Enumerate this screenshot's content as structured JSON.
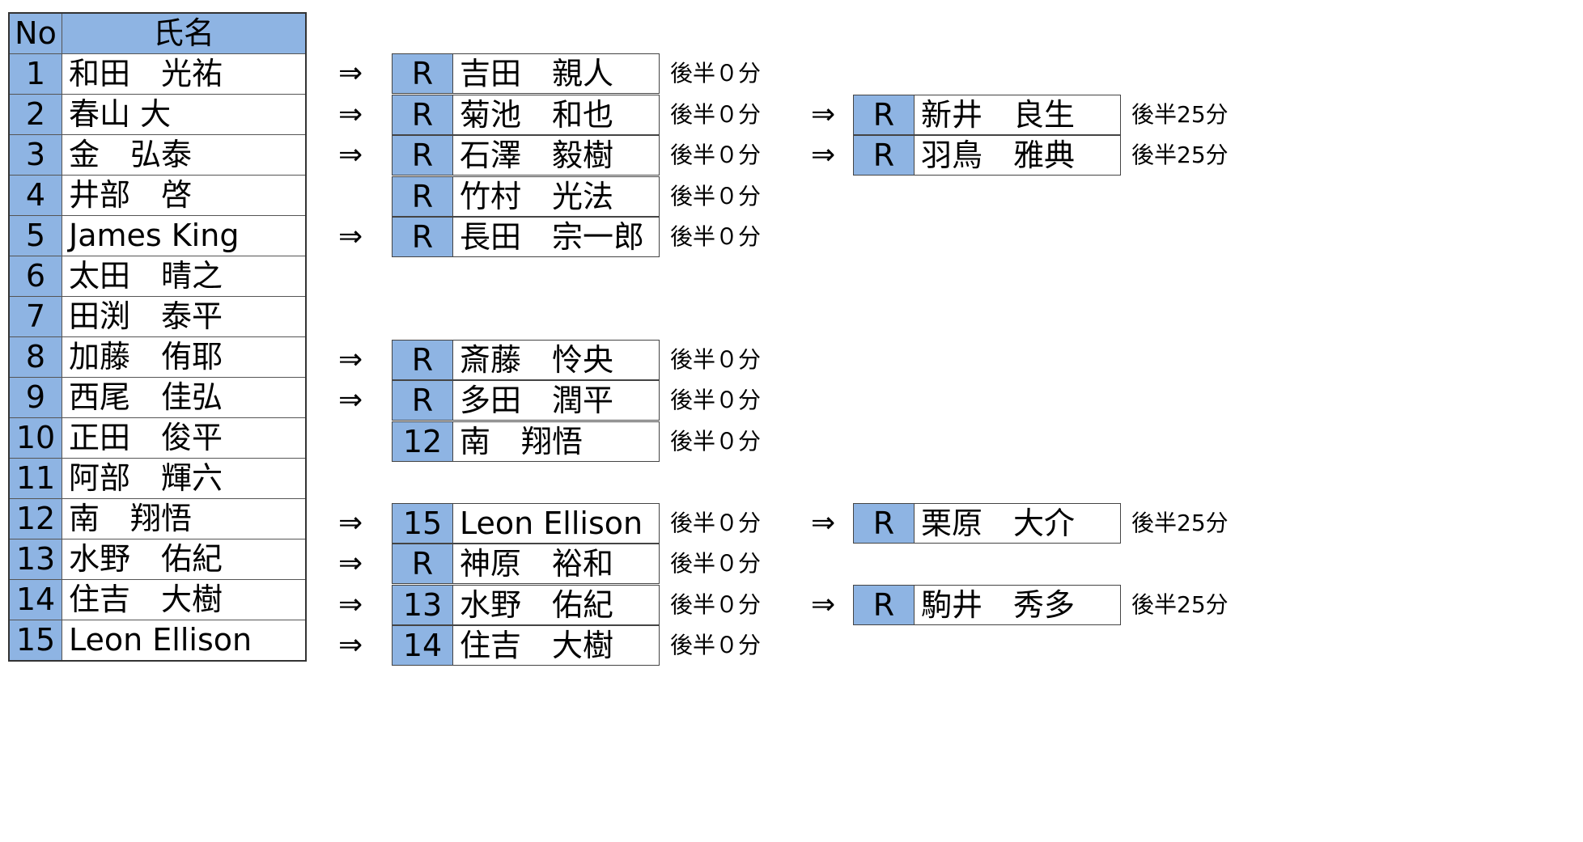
{
  "roster": {
    "headers": {
      "no": "No",
      "name": "氏名"
    },
    "rows": [
      {
        "no": "1",
        "name": "和田　光祐"
      },
      {
        "no": "2",
        "name": "春山 大"
      },
      {
        "no": "3",
        "name": "金　弘泰"
      },
      {
        "no": "4",
        "name": "井部　啓"
      },
      {
        "no": "5",
        "name": "James King"
      },
      {
        "no": "6",
        "name": "太田　晴之"
      },
      {
        "no": "7",
        "name": "田渕　泰平"
      },
      {
        "no": "8",
        "name": "加藤　侑耶"
      },
      {
        "no": "9",
        "name": "西尾　佳弘"
      },
      {
        "no": "10",
        "name": "正田　俊平"
      },
      {
        "no": "11",
        "name": "阿部　輝六"
      },
      {
        "no": "12",
        "name": "南　翔悟"
      },
      {
        "no": "13",
        "name": "水野　佑紀"
      },
      {
        "no": "14",
        "name": "住吉　大樹"
      },
      {
        "no": "15",
        "name": "Leon Ellison"
      }
    ]
  },
  "arrow_symbol": "⇒",
  "first_substitutions": [
    {
      "row": 1,
      "arrow": true,
      "code": "R",
      "name": "吉田　親人",
      "time": "後半０分"
    },
    {
      "row": 2,
      "arrow": true,
      "code": "R",
      "name": "菊池　和也",
      "time": "後半０分"
    },
    {
      "row": 3,
      "arrow": true,
      "code": "R",
      "name": "石澤　毅樹",
      "time": "後半０分"
    },
    {
      "row": 4,
      "arrow": false,
      "code": "R",
      "name": "竹村　光法",
      "time": "後半０分"
    },
    {
      "row": 5,
      "arrow": true,
      "code": "R",
      "name": "長田　宗一郎",
      "time": "後半０分"
    },
    {
      "row": 8,
      "arrow": true,
      "code": "R",
      "name": "斎藤　怜央",
      "time": "後半０分"
    },
    {
      "row": 9,
      "arrow": true,
      "code": "R",
      "name": "多田　潤平",
      "time": "後半０分"
    },
    {
      "row": 10,
      "arrow": false,
      "code": "12",
      "name": "南　翔悟",
      "time": "後半０分"
    },
    {
      "row": 12,
      "arrow": true,
      "code": "15",
      "name": "Leon Ellison",
      "time": "後半０分"
    },
    {
      "row": 13,
      "arrow": true,
      "code": "R",
      "name": "神原　裕和",
      "time": "後半０分"
    },
    {
      "row": 14,
      "arrow": true,
      "code": "13",
      "name": "水野　佑紀",
      "time": "後半０分"
    },
    {
      "row": 15,
      "arrow": true,
      "code": "14",
      "name": "住吉　大樹",
      "time": "後半０分"
    }
  ],
  "second_substitutions": [
    {
      "row": 2,
      "arrow": true,
      "code": "R",
      "name": "新井　良生",
      "time": "後半25分"
    },
    {
      "row": 3,
      "arrow": true,
      "code": "R",
      "name": "羽鳥　雅典",
      "time": "後半25分"
    },
    {
      "row": 12,
      "arrow": true,
      "code": "R",
      "name": "栗原　大介",
      "time": "後半25分"
    },
    {
      "row": 14,
      "arrow": true,
      "code": "R",
      "name": "駒井　秀多",
      "time": "後半25分"
    }
  ]
}
